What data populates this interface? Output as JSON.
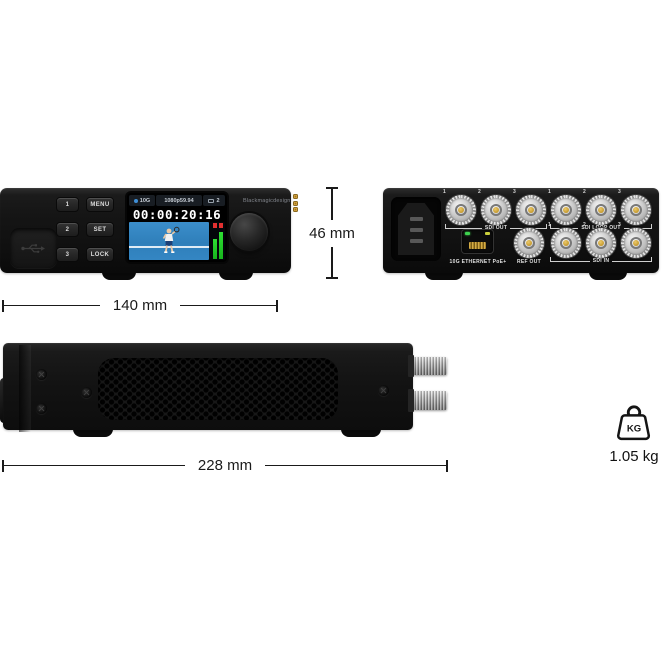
{
  "front": {
    "keypad": {
      "col1": [
        "1",
        "2",
        "3"
      ],
      "col2": [
        "MENU",
        "SET",
        "LOCK"
      ]
    },
    "lcd": {
      "link_status": "10G",
      "video_format": "1080p59.94",
      "input_number": "2",
      "timecode": "00:00:20:16"
    },
    "brand": "Blackmagicdesign"
  },
  "rear": {
    "sdi_out": {
      "label": "SDI OUT",
      "ports": [
        "1",
        "2",
        "3"
      ]
    },
    "sdi_loop_out": {
      "label": "SDI LOOP OUT",
      "ports": [
        "1",
        "2",
        "3"
      ]
    },
    "ethernet_label": "10G ETHERNET PoE+",
    "ref_out_label": "REF OUT",
    "sdi_in": {
      "label": "SDI IN",
      "ports": [
        "1",
        "2",
        "3"
      ]
    }
  },
  "dimensions": {
    "front_width": "140 mm",
    "height": "46 mm",
    "depth": "228 mm"
  },
  "weight": {
    "badge": "KG",
    "value": "1.05 kg"
  },
  "colors": {
    "brand_gold": "#cf9a33",
    "meter_green": "#2ee032",
    "meter_red": "#e23030",
    "video_blue": "#3486c3",
    "chassis_black": "#131313",
    "background": "#ffffff"
  }
}
